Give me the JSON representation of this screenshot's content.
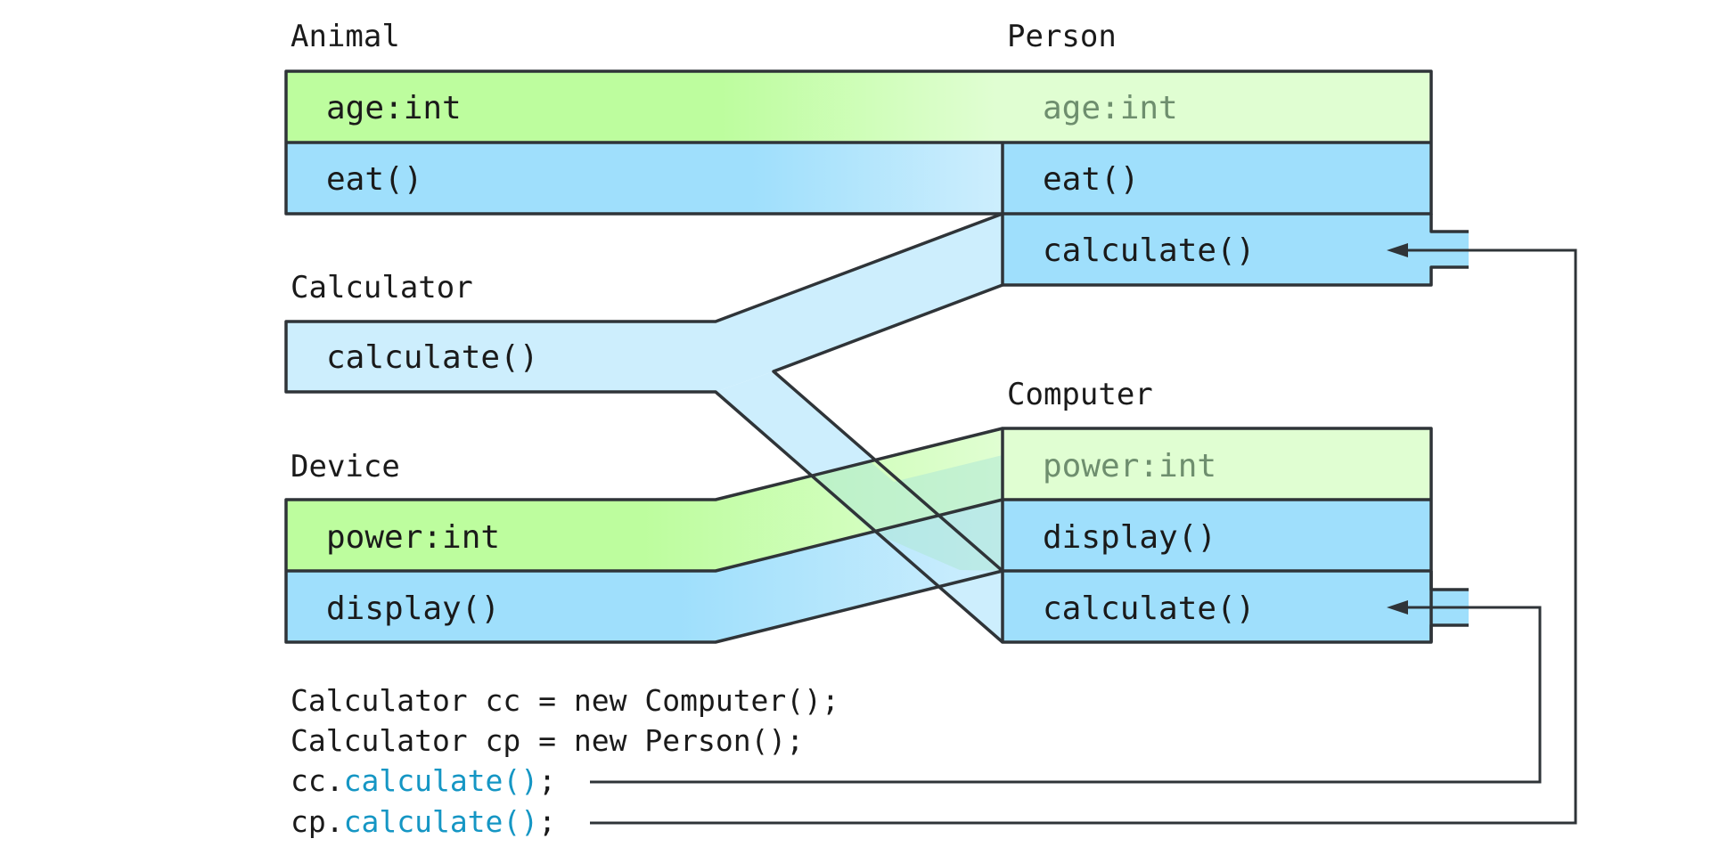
{
  "classes": {
    "animal": {
      "title": "Animal",
      "field": "age:int",
      "method": "eat()"
    },
    "person": {
      "title": "Person",
      "field": "age:int",
      "method1": "eat()",
      "method2": "calculate()"
    },
    "calculator": {
      "title": "Calculator",
      "method": "calculate()"
    },
    "computer": {
      "title": "Computer",
      "field": "power:int",
      "method1": "display()",
      "method2": "calculate()"
    },
    "device": {
      "title": "Device",
      "field": "power:int",
      "method": "display()"
    }
  },
  "code": {
    "line1": "Calculator cc = new Computer();",
    "line2": "Calculator cp = new Person();",
    "line3_prefix": "cc.",
    "line3_call": "calculate()",
    "line3_suffix": ";",
    "line4_prefix": "cp.",
    "line4_call": "calculate()",
    "line4_suffix": ";"
  },
  "colors": {
    "field_green": "#bdfd9e",
    "field_green_light": "#e0fed2",
    "method_blue": "#9fdffc",
    "interface_blue": "#cdeefd",
    "call_accent": "#1596c4",
    "outline": "#2f3438"
  }
}
